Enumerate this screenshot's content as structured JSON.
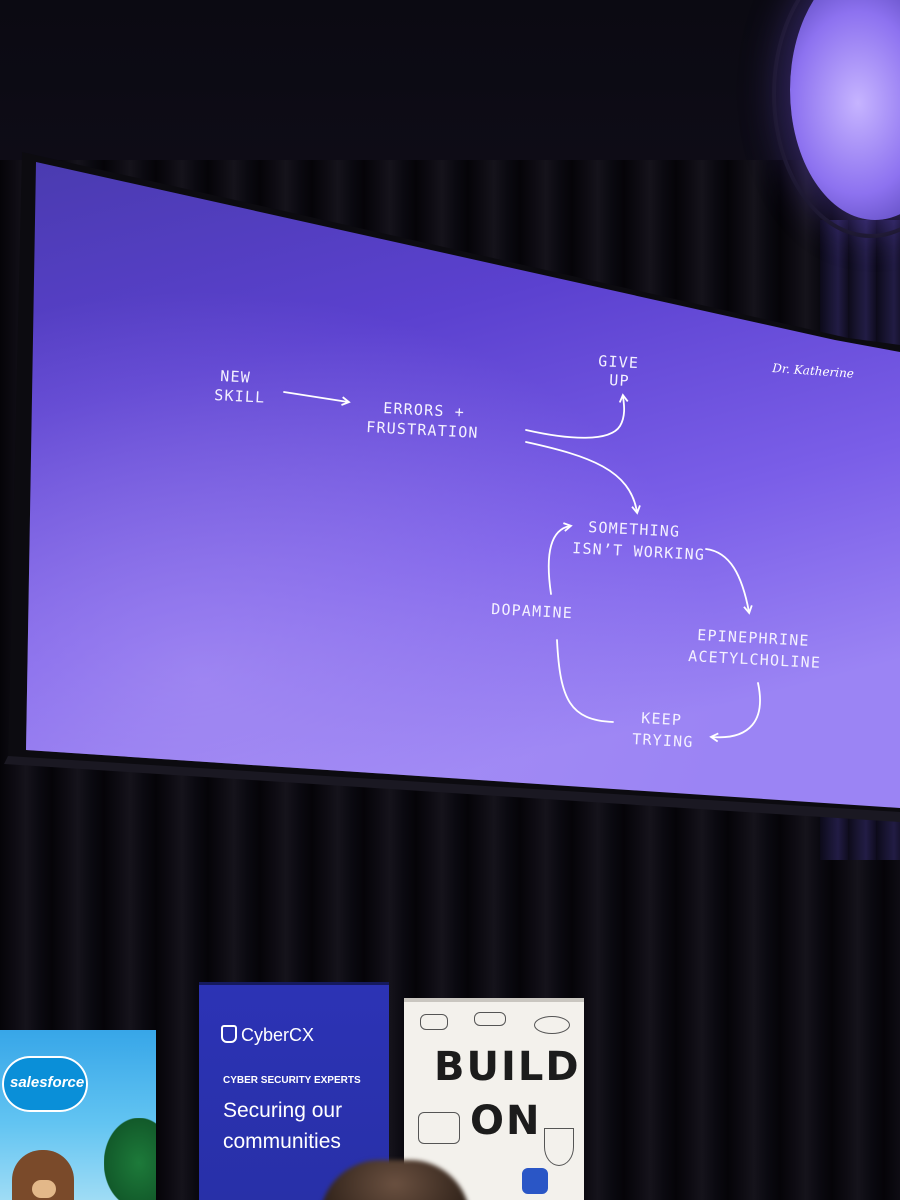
{
  "slide": {
    "logo_text": "Dr. Katherine",
    "nodes": {
      "new_skill": [
        "NEW",
        "SKILL"
      ],
      "errors": [
        "ERRORS +",
        "FRUSTRATION"
      ],
      "give_up": [
        "GIVE",
        "UP"
      ],
      "something": [
        "SOMETHING",
        "ISN’T WORKING"
      ],
      "dopamine": [
        "DOPAMINE"
      ],
      "epinephrine": [
        "EPINEPHRINE",
        "ACETYLCHOLINE"
      ],
      "keep_trying": [
        "KEEP",
        "TRYING"
      ]
    }
  },
  "banners": {
    "salesforce": {
      "logo": "salesforce"
    },
    "cybercx": {
      "logo": "CyberCX",
      "tagline": "CYBER SECURITY EXPERTS",
      "headline": "Securing our communities"
    },
    "build_on": {
      "line1": "BUILD",
      "line2": "ON"
    }
  },
  "colors": {
    "slide_top": "#4a35b8",
    "slide_bottom": "#8a6ef0",
    "slide_text": "#ffffff",
    "arrow": "#ffffff",
    "cybercx_blue": "#2c33b5",
    "salesforce_blue": "#0a8fd8"
  }
}
